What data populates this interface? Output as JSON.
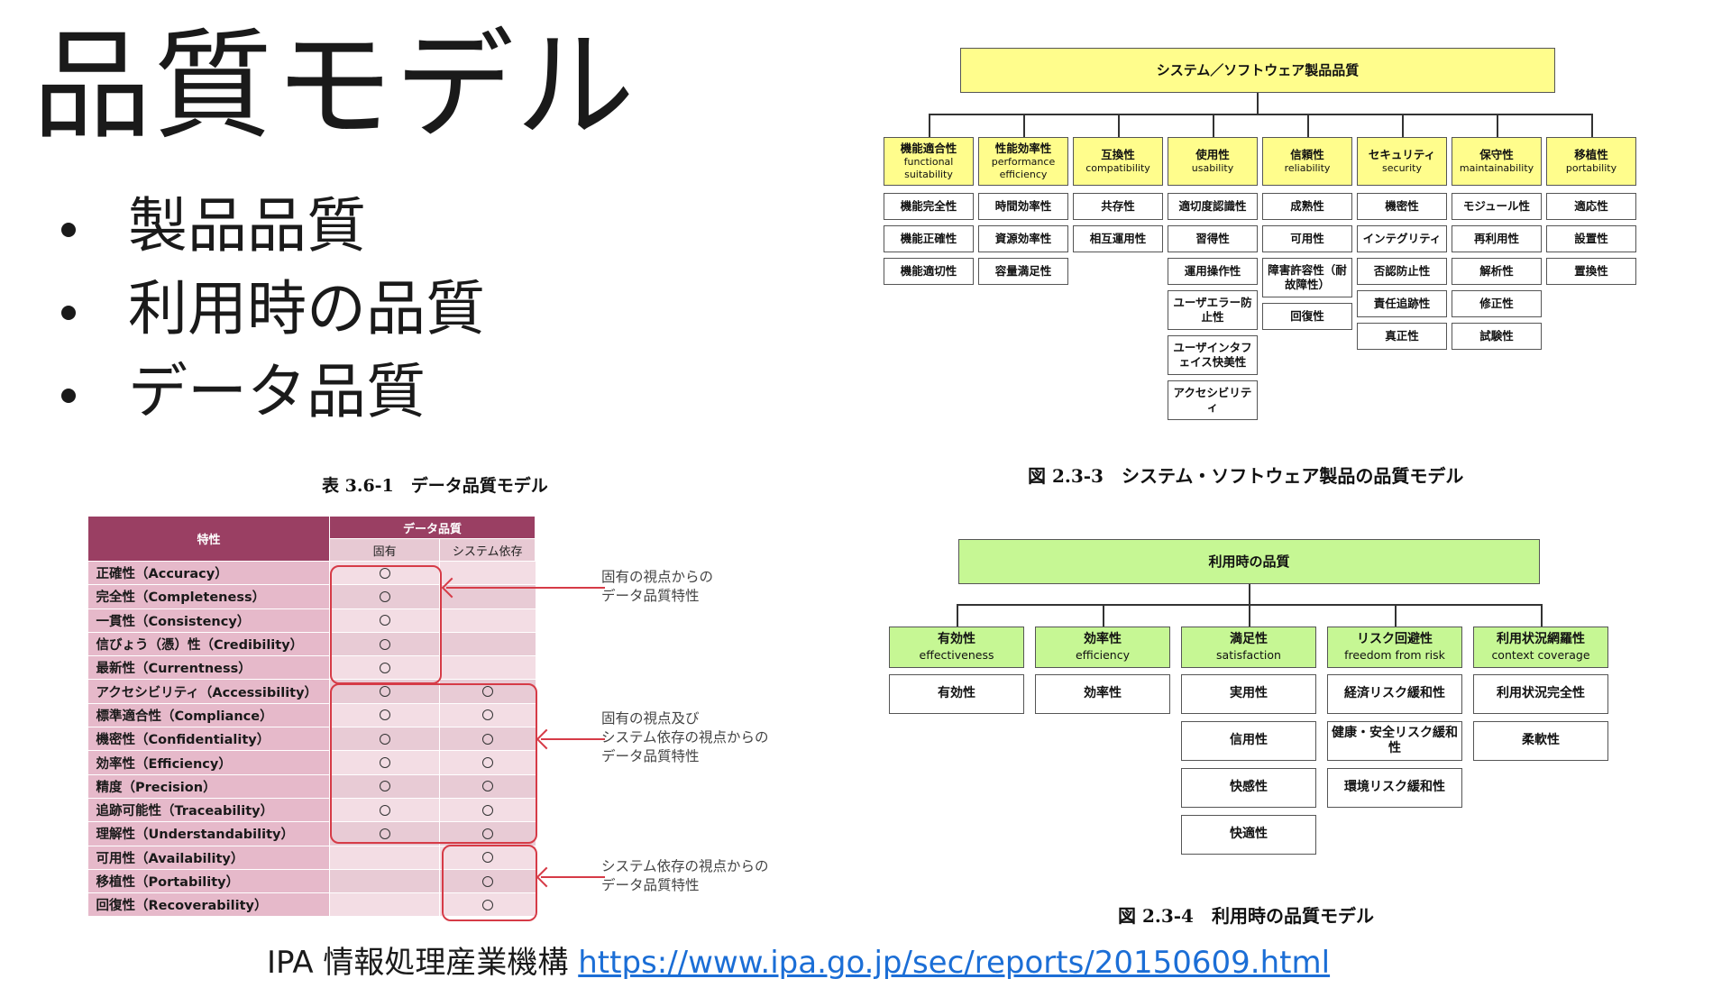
{
  "slide": {
    "title": "品質モデル",
    "bullets": [
      "製品品質",
      "利用時の品質",
      "データ品質"
    ]
  },
  "product_model": {
    "root": "システム／ソフトウェア製品品質",
    "categories": [
      {
        "ja": "機能適合性",
        "en": "functional suitability",
        "subs": [
          "機能完全性",
          "機能正確性",
          "機能適切性"
        ]
      },
      {
        "ja": "性能効率性",
        "en": "performance efficiency",
        "subs": [
          "時間効率性",
          "資源効率性",
          "容量満足性"
        ]
      },
      {
        "ja": "互換性",
        "en": "compatibility",
        "subs": [
          "共存性",
          "相互運用性"
        ]
      },
      {
        "ja": "使用性",
        "en": "usability",
        "subs": [
          "適切度認識性",
          "習得性",
          "運用操作性",
          "ユーザエラー防止性",
          "ユーザインタフェイス快美性",
          "アクセシビリティ"
        ]
      },
      {
        "ja": "信頼性",
        "en": "reliability",
        "subs": [
          "成熟性",
          "可用性",
          "障害許容性（耐故障性）",
          "回復性"
        ]
      },
      {
        "ja": "セキュリティ",
        "en": "security",
        "subs": [
          "機密性",
          "インテグリティ",
          "否認防止性",
          "責任追跡性",
          "真正性"
        ]
      },
      {
        "ja": "保守性",
        "en": "maintainability",
        "subs": [
          "モジュール性",
          "再利用性",
          "解析性",
          "修正性",
          "試験性"
        ]
      },
      {
        "ja": "移植性",
        "en": "portability",
        "subs": [
          "適応性",
          "設置性",
          "置換性"
        ]
      }
    ],
    "caption": "図 2.3-3　システム・ソフトウェア製品の品質モデル"
  },
  "use_model": {
    "root": "利用時の品質",
    "categories": [
      {
        "ja": "有効性",
        "en": "effectiveness",
        "subs": [
          "有効性"
        ]
      },
      {
        "ja": "効率性",
        "en": "efficiency",
        "subs": [
          "効率性"
        ]
      },
      {
        "ja": "満足性",
        "en": "satisfaction",
        "subs": [
          "実用性",
          "信用性",
          "快感性",
          "快適性"
        ]
      },
      {
        "ja": "リスク回避性",
        "en": "freedom from risk",
        "subs": [
          "経済リスク緩和性",
          "健康・安全リスク緩和性",
          "環境リスク緩和性"
        ]
      },
      {
        "ja": "利用状況網羅性",
        "en": "context coverage",
        "subs": [
          "利用状況完全性",
          "柔軟性"
        ]
      }
    ],
    "caption": "図 2.3-4　利用時の品質モデル"
  },
  "data_model": {
    "caption": "表 3.6-1　データ品質モデル",
    "header_attr": "特性",
    "header_group": "データ品質",
    "col_inherent": "固有",
    "col_system": "システム依存",
    "mark": "○",
    "rows": [
      {
        "label": "正確性（Accuracy）",
        "inherent": true,
        "system": false
      },
      {
        "label": "完全性（Completeness）",
        "inherent": true,
        "system": false
      },
      {
        "label": "一貫性（Consistency）",
        "inherent": true,
        "system": false
      },
      {
        "label": "信びょう（憑）性（Credibility）",
        "inherent": true,
        "system": false
      },
      {
        "label": "最新性（Currentness）",
        "inherent": true,
        "system": false
      },
      {
        "label": "アクセシビリティ（Accessibility）",
        "inherent": true,
        "system": true
      },
      {
        "label": "標準適合性（Compliance）",
        "inherent": true,
        "system": true
      },
      {
        "label": "機密性（Confidentiality）",
        "inherent": true,
        "system": true
      },
      {
        "label": "効率性（Efficiency）",
        "inherent": true,
        "system": true
      },
      {
        "label": "精度（Precision）",
        "inherent": true,
        "system": true
      },
      {
        "label": "追跡可能性（Traceability）",
        "inherent": true,
        "system": true
      },
      {
        "label": "理解性（Understandability）",
        "inherent": true,
        "system": true
      },
      {
        "label": "可用性（Availability）",
        "inherent": false,
        "system": true
      },
      {
        "label": "移植性（Portability）",
        "inherent": false,
        "system": true
      },
      {
        "label": "回復性（Recoverability）",
        "inherent": false,
        "system": true
      }
    ],
    "notes": {
      "inherent": [
        "固有の視点からの",
        "データ品質特性"
      ],
      "both": [
        "固有の視点及び",
        "システム依存の視点からの",
        "データ品質特性"
      ],
      "system": [
        "システム依存の視点からの",
        "データ品質特性"
      ]
    },
    "highlight_color": "#d63b47"
  },
  "footer": {
    "source": "IPA 情報処理産業機構",
    "link": "https://www.ipa.go.jp/sec/reports/20150609.html"
  }
}
